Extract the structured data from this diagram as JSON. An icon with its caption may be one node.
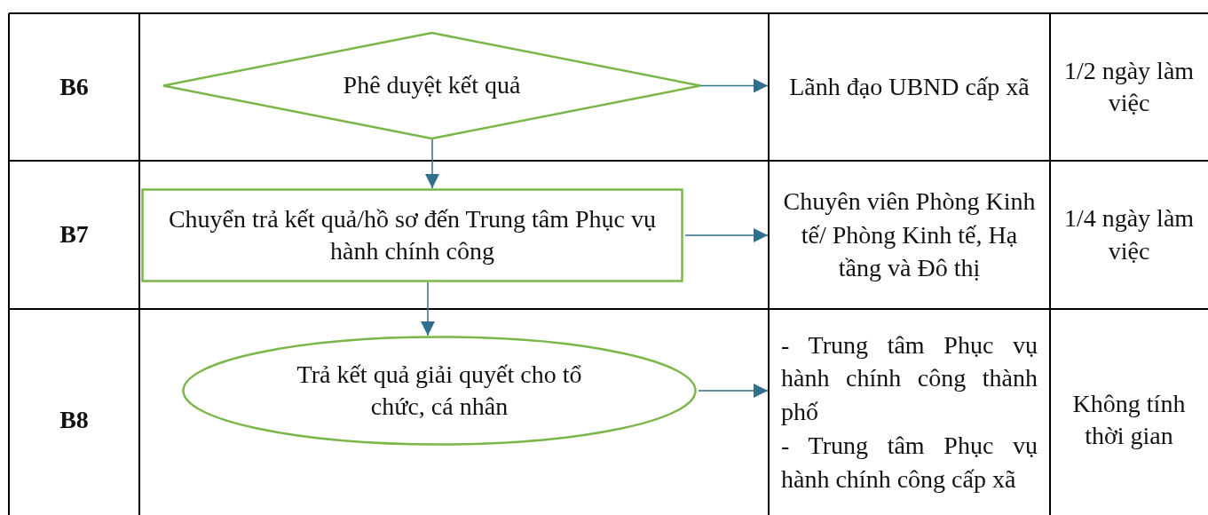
{
  "diagram": {
    "nodes": [
      {
        "text": [
          "Phê duyệt kết quả"
        ]
      },
      {
        "text": [
          "Lãnh đạo UBND cấp xã"
        ]
      },
      {
        "text": [
          "Chuyển trả kết quả/hồ sơ đến Trung tâm Phục vụ hành chính công"
        ]
      },
      {
        "text": [
          "Chuyên viên Phòng Kinh tế/ Phòng Kinh tế, Hạ tầng và Đô thị"
        ]
      },
      {
        "text": [
          "Trả kết quả giải quyết cho tổ chức, cá nhân"
        ]
      },
      {
        "text": [
          "- Trung tâm Phục vụ hành chính công thành phố",
          "- Trung tâm Phục vụ hành chính công cấp xã"
        ]
      }
    ],
    "edges": [
      {
        "from": 0,
        "to": 1,
        "arrow": "to"
      },
      {
        "from": 0,
        "to": 2,
        "arrow": "to"
      },
      {
        "from": 2,
        "to": 3,
        "arrow": "to"
      },
      {
        "from": 2,
        "to": 4,
        "arrow": "to"
      },
      {
        "from": 4,
        "to": 5,
        "arrow": "to"
      }
    ],
    "labels": [
      "B6",
      "1/2 ngày làm việc",
      "B7",
      "1/4 ngày làm việc",
      "B8",
      "Không tính thời gian"
    ]
  }
}
